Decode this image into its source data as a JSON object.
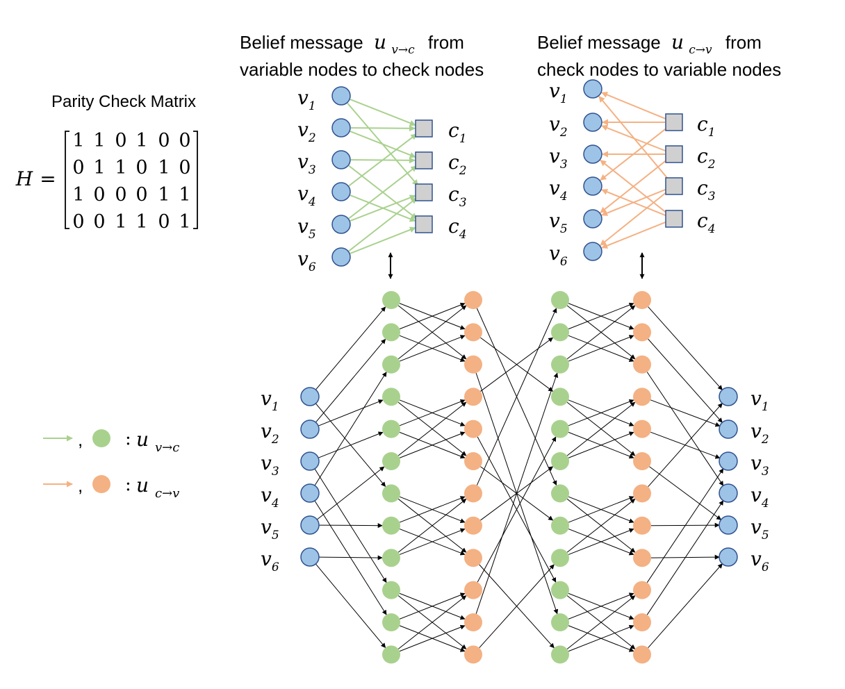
{
  "matrix": {
    "title": "Parity Check Matrix",
    "symbol": "H",
    "equals": "=",
    "rows": [
      [
        1,
        1,
        0,
        1,
        0,
        0
      ],
      [
        0,
        1,
        1,
        0,
        1,
        0
      ],
      [
        1,
        0,
        0,
        0,
        1,
        1
      ],
      [
        0,
        0,
        1,
        1,
        0,
        1
      ]
    ]
  },
  "panel_vc": {
    "title_line1_prefix": "Belief message",
    "title_msg_base": "u",
    "title_msg_sub": "v→c",
    "title_line1_suffix": "from",
    "title_line2": "variable nodes to check nodes"
  },
  "panel_cv": {
    "title_line1_prefix": "Belief message",
    "title_msg_base": "u",
    "title_msg_sub": "c→v",
    "title_line1_suffix": "from",
    "title_line2": "check nodes to variable nodes"
  },
  "labels": {
    "variable": [
      "v1",
      "v2",
      "v3",
      "v4",
      "v5",
      "v6"
    ],
    "check": [
      "c1",
      "c2",
      "c3",
      "c4"
    ]
  },
  "legend": [
    {
      "separator": ",",
      "colon": ":",
      "msg_base": "u",
      "msg_sub": "v→c"
    },
    {
      "separator": ",",
      "colon": ":",
      "msg_base": "u",
      "msg_sub": "c→v"
    }
  ],
  "colors": {
    "variable_node": "#9dc3e6",
    "check_node": "#d0d0d0",
    "vc_message": "#a9d18e",
    "cv_message": "#f4b183",
    "stroke": "#2f528f"
  }
}
